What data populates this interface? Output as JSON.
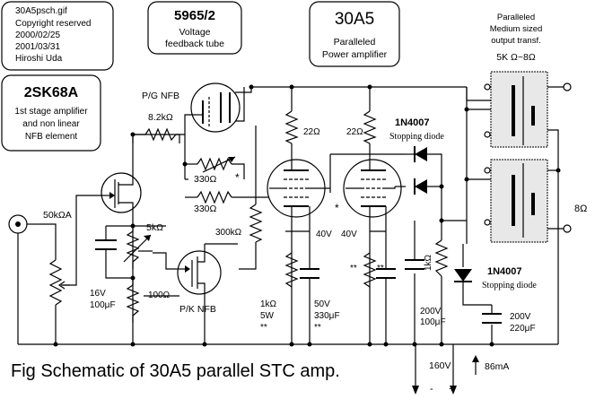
{
  "info_box": {
    "line1": "30A5psch.gif",
    "line2": "Copyright reserved",
    "line3": "2000/02/25",
    "line4": "2001/03/31",
    "line5": "Hiroshi Uda"
  },
  "tube_5965_box": {
    "title": "5965/2",
    "line1": "Voltage",
    "line2": "feedback tube"
  },
  "amp_box": {
    "title": "30A5",
    "line1": "Paralleled",
    "line2": "Power amplifier"
  },
  "fet_box": {
    "title": "2SK68A",
    "line1": "1st stage  amplifier",
    "line2": "and non linear",
    "line3": "NFB element"
  },
  "transformer_label": {
    "line1": "Paralleled",
    "line2": "Medium sized",
    "line3": "output transf.",
    "line4": "5K Ω~8Ω"
  },
  "labels": {
    "pg_nfb": "P/G NFB",
    "pk_nfb": "P/K NFB",
    "r_8k2": "8.2kΩ",
    "r_330_a": "330Ω",
    "r_330_b": "330Ω",
    "star_a": "*",
    "star_b": "*",
    "r_22_a": "22Ω",
    "r_22_b": "22Ω",
    "diode_top_name": "1N4007",
    "diode_top_desc": "Stopping diode",
    "r_50k": "50kΩA",
    "r_5k": "5kΩ",
    "r_300k": "300kΩ",
    "v_40_a": "40V",
    "v_40_b": "40V",
    "c_16v": "16V",
    "c_100uf": "100μF",
    "r_100": "100Ω",
    "r_1k_5w_a": "1kΩ",
    "r_1k_5w_b": "5W",
    "r_1k_5w_c": "**",
    "c_50v_a": "50V",
    "c_50v_b": "330μF",
    "c_50v_c": "**",
    "stars_a": "**",
    "stars_b": "**",
    "r_1k_vert": "1kΩ",
    "c_200v_a1": "200V",
    "c_200v_a2": "100μF",
    "c_200v_b1": "200V",
    "c_200v_b2": "220μF",
    "diode_bot_name": "1N4007",
    "diode_bot_desc": "Stopping diode",
    "out_8": "8Ω",
    "v_160": "160V",
    "minus": "-",
    "plus": "+",
    "i_86": "86mA"
  },
  "caption": "Fig  Schematic of  30A5 parallel STC amp."
}
